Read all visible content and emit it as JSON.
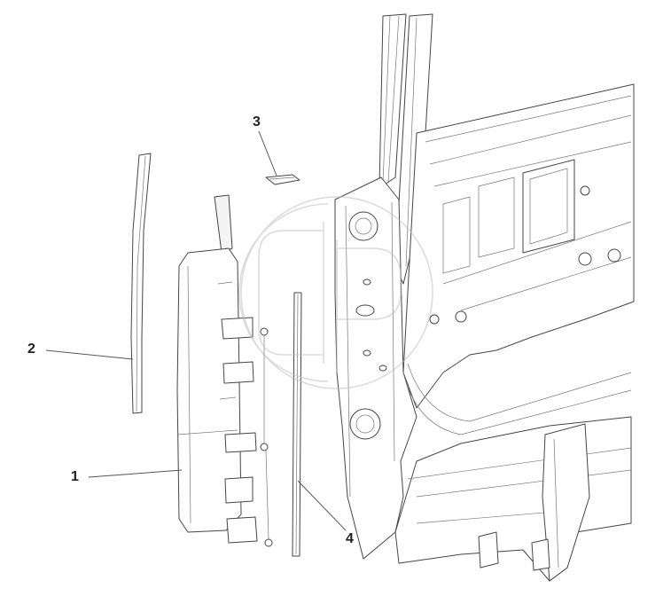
{
  "callouts": [
    {
      "id": "1",
      "label": "1"
    },
    {
      "id": "2",
      "label": "2"
    },
    {
      "id": "3",
      "label": "3"
    },
    {
      "id": "4",
      "label": "4"
    }
  ],
  "colors": {
    "line": "#444444",
    "watermark": "#bdbdbd",
    "background": "#ffffff"
  }
}
